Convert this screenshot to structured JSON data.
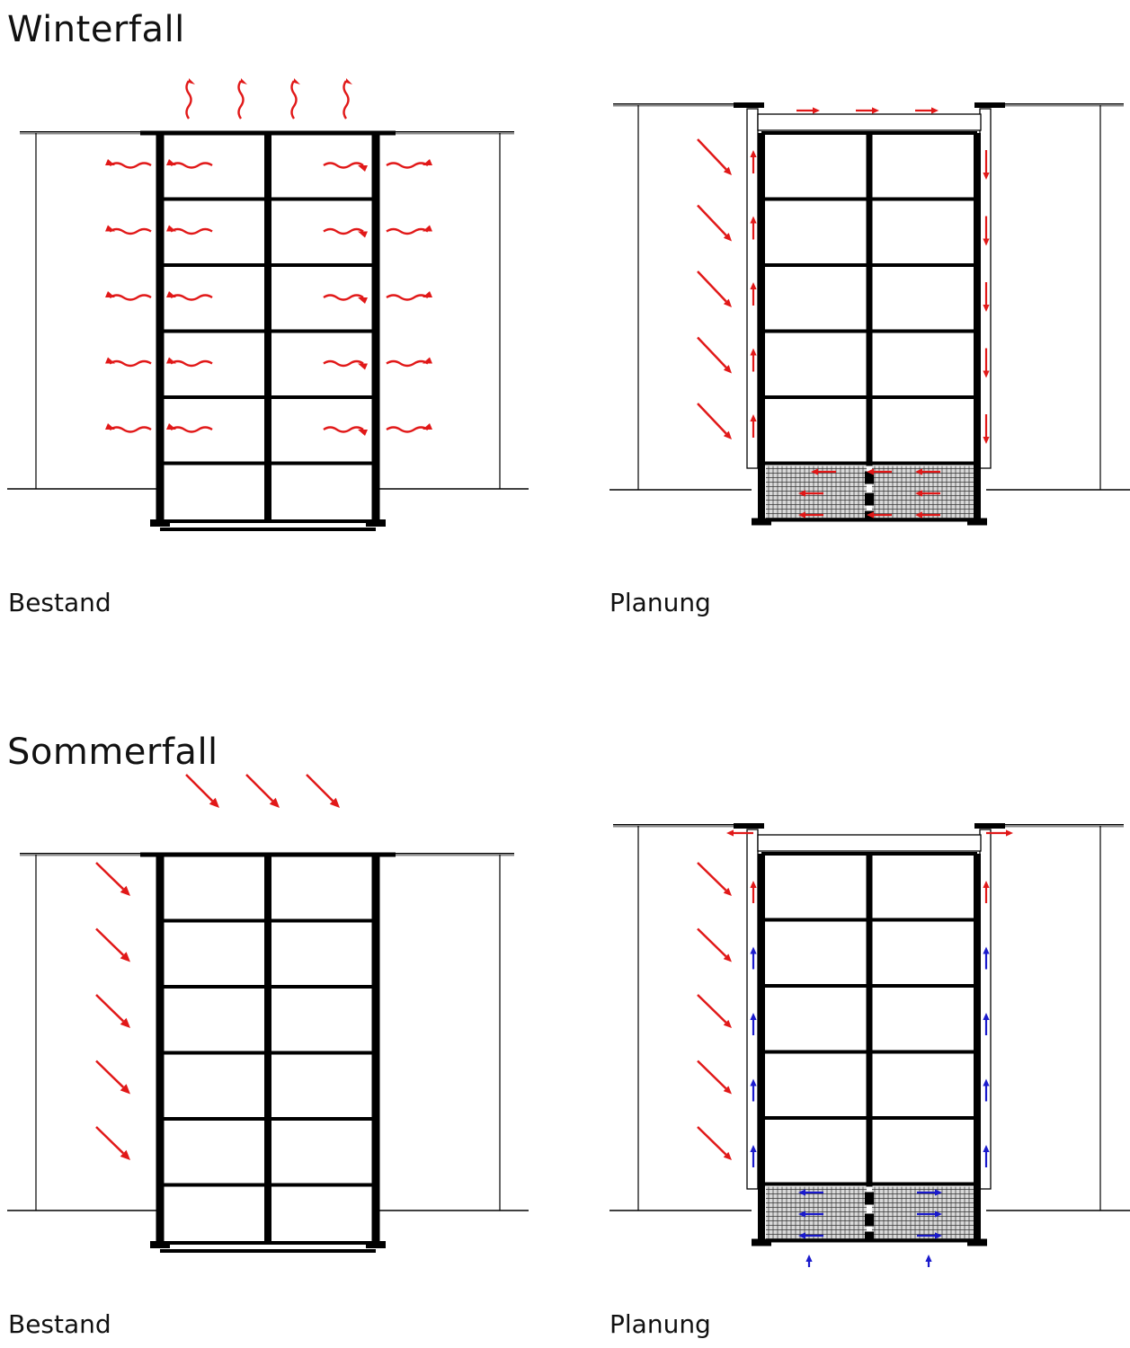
{
  "winter": {
    "title": "Winterfall",
    "left_label": "Bestand",
    "right_label": "Planung"
  },
  "summer": {
    "title": "Sommerfall",
    "left_label": "Bestand",
    "right_label": "Planung"
  },
  "colors": {
    "structure": "#000000",
    "heat_arrow": "#e11818",
    "cool_arrow": "#1a1acc",
    "ground_line": "#000000"
  }
}
